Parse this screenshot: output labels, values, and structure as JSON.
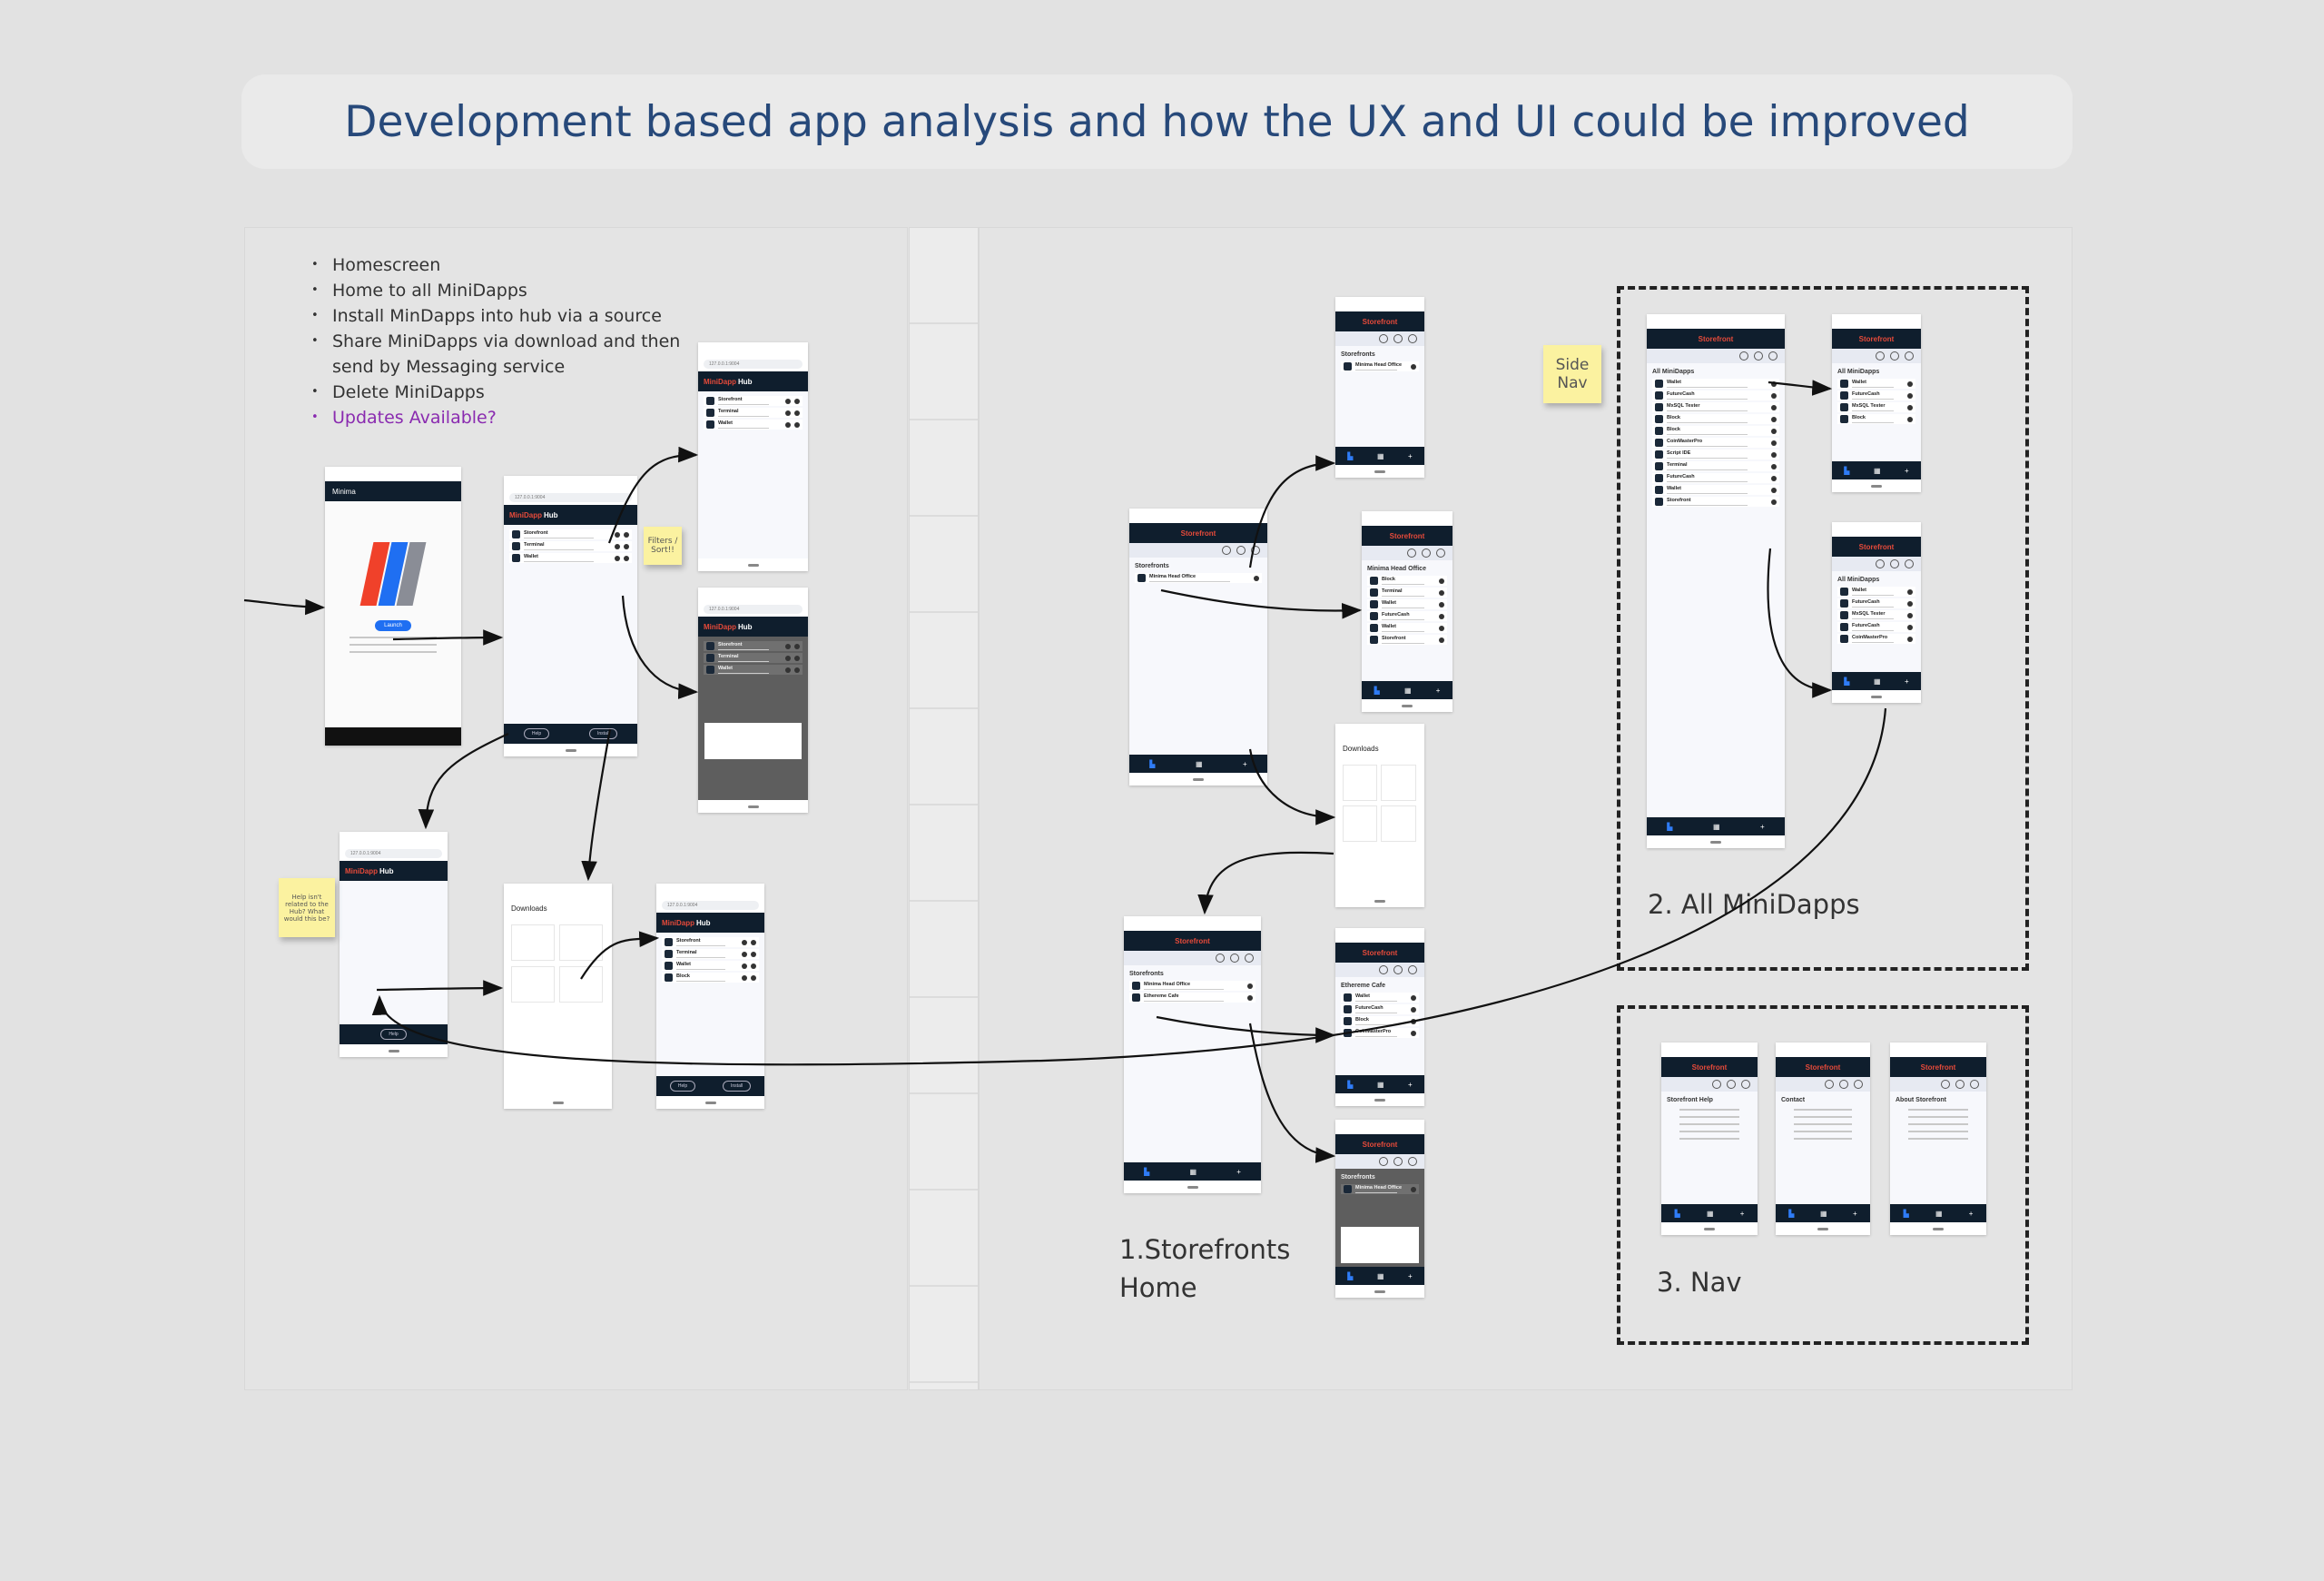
{
  "title": "Development based app analysis and how the UX and UI could be improved",
  "bullets": [
    "Homescreen",
    "Home to all MiniDapps",
    "Install MinDapps into hub via a source",
    "Share MiniDapps via download and then send by Messaging service",
    "Delete MiniDapps",
    "Updates Available?"
  ],
  "stickies": {
    "filters": "Filters / Sort!!",
    "help": "Help isn't related to the Hub? What would this be?",
    "sidenav": "Side Nav"
  },
  "labels": {
    "storefronts": "1.Storefronts Home",
    "all": "2. All MiniDapps",
    "nav": "3. Nav"
  },
  "colors": {
    "title": "#27497a",
    "accent": "#e64a3a",
    "header": "#0f1e2d",
    "highlight": "#8a2bb0"
  },
  "phones": [
    {
      "id": "p1",
      "kind": "minima",
      "title": "Minima",
      "button": "Launch"
    },
    {
      "id": "p2",
      "kind": "hub",
      "url": "127.0.0.1:9004",
      "items": [
        "Storefront",
        "Terminal",
        "Wallet"
      ],
      "footer": [
        "Help",
        "Install"
      ]
    },
    {
      "id": "p3",
      "kind": "hub",
      "url": "127.0.0.1:9004",
      "items": [
        "Storefront",
        "Terminal",
        "Wallet"
      ]
    },
    {
      "id": "p4",
      "kind": "hub",
      "url": "127.0.0.1:9004",
      "items": [
        "Storefront",
        "Terminal",
        "Wallet"
      ],
      "dialog": true
    },
    {
      "id": "p5",
      "kind": "hub",
      "url": "127.0.0.1:9004",
      "items": [],
      "footer": [
        "Help"
      ]
    },
    {
      "id": "p6",
      "kind": "downloads",
      "title": "Downloads"
    },
    {
      "id": "p7",
      "kind": "hub",
      "url": "127.0.0.1:9004",
      "items": [
        "Storefront",
        "Terminal",
        "Wallet",
        "Block"
      ],
      "footer": [
        "Help",
        "Install"
      ]
    },
    {
      "id": "p8",
      "kind": "store",
      "section": "Storefronts",
      "items": [
        "Minima Head Office"
      ]
    },
    {
      "id": "p9",
      "kind": "store",
      "section": "Storefronts",
      "items": [
        "Minima Head Office"
      ]
    },
    {
      "id": "p10",
      "kind": "store",
      "section": "Minima Head Office",
      "items": [
        "Block",
        "Terminal",
        "Wallet",
        "FutureCash",
        "Wallet",
        "Storefront"
      ]
    },
    {
      "id": "p11",
      "kind": "downloads",
      "title": "Downloads"
    },
    {
      "id": "p12",
      "kind": "store",
      "section": "Storefronts",
      "items": [
        "Minima Head Office",
        "Ethereme Cafe"
      ]
    },
    {
      "id": "p13",
      "kind": "store",
      "section": "Ethereme Cafe",
      "items": [
        "Wallet",
        "FutureCash",
        "Block",
        "CoinMasterPro"
      ]
    },
    {
      "id": "p14",
      "kind": "store",
      "section": "Storefronts",
      "items": [
        "Minima Head Office"
      ],
      "dialog": true
    },
    {
      "id": "p15",
      "kind": "store",
      "section": "All MiniDapps",
      "items": [
        "Wallet",
        "FutureCash",
        "MxSQL Tester",
        "Block",
        "Block",
        "CoinMasterPro",
        "Script IDE",
        "Terminal",
        "FutureCash",
        "Wallet",
        "Storefront"
      ]
    },
    {
      "id": "p16",
      "kind": "store",
      "section": "All MiniDapps",
      "items": [
        "Wallet",
        "FutureCash",
        "MxSQL Tester",
        "Block"
      ]
    },
    {
      "id": "p17",
      "kind": "store",
      "section": "All MiniDapps",
      "items": [
        "Wallet",
        "FutureCash",
        "MxSQL Tester",
        "FutureCash",
        "CoinMasterPro"
      ]
    },
    {
      "id": "p18",
      "kind": "store",
      "section": "Storefront Help",
      "items": []
    },
    {
      "id": "p19",
      "kind": "store",
      "section": "Contact",
      "items": []
    },
    {
      "id": "p20",
      "kind": "store",
      "section": "About Storefront",
      "items": []
    }
  ],
  "hub_brand": [
    "MiniDapp",
    "Hub"
  ],
  "store_brand": [
    "Store",
    "front"
  ]
}
